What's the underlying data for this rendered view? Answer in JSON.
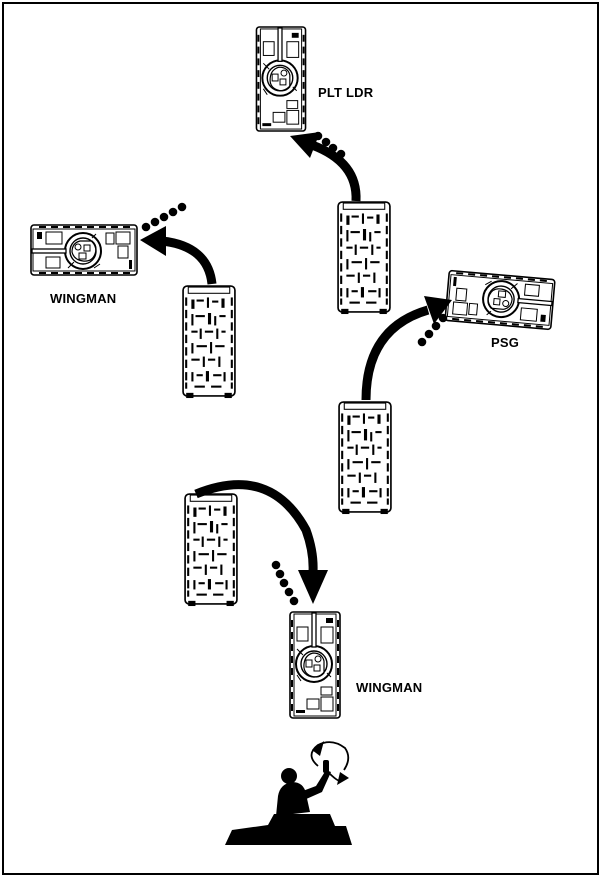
{
  "labels": {
    "plt_ldr": "PLT LDR",
    "wingman_left": "WINGMAN",
    "psg": "PSG",
    "wingman_bottom": "WINGMAN"
  },
  "colors": {
    "ink": "#000000",
    "paper": "#ffffff"
  },
  "icons": {
    "turret_tank": "tank-top-view-turret-icon",
    "hull_tank": "tank-top-view-hull-icon",
    "arrow": "curved-arrow-icon",
    "dots": "movement-dots-icon",
    "signaler": "hand-signal-figure-icon",
    "rotate": "rotate-arrow-icon"
  }
}
